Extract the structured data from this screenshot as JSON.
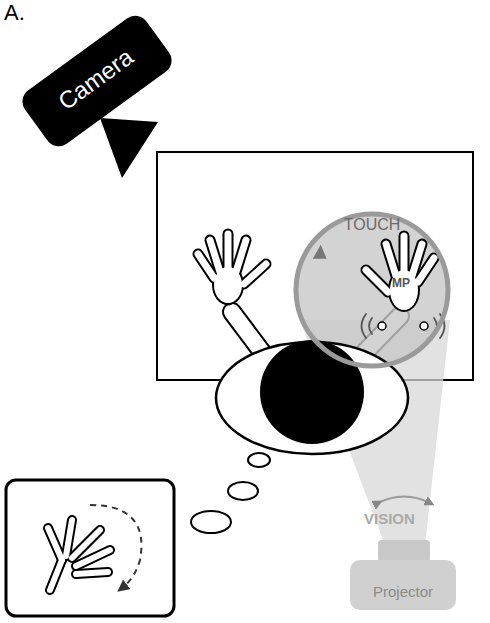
{
  "diagram": {
    "nodes": [
      {
        "text": [
          "Camera"
        ]
      },
      {
        "text": [
          "TOUCH",
          "MP"
        ]
      },
      {
        "text": [
          "Projector"
        ]
      }
    ],
    "labels": [
      "A.",
      "VISION"
    ]
  }
}
